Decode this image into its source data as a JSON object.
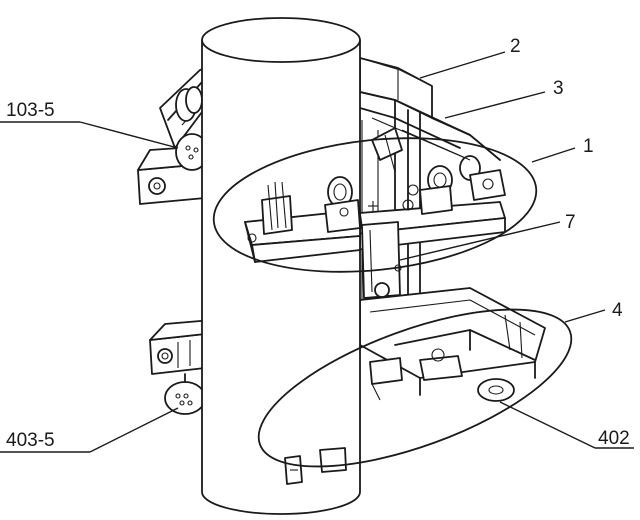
{
  "labels": {
    "l2": "2",
    "l3": "3",
    "l1": "1",
    "l7": "7",
    "l4": "4",
    "l402": "402",
    "l103_5": "103-5",
    "l403_5": "403-5"
  }
}
